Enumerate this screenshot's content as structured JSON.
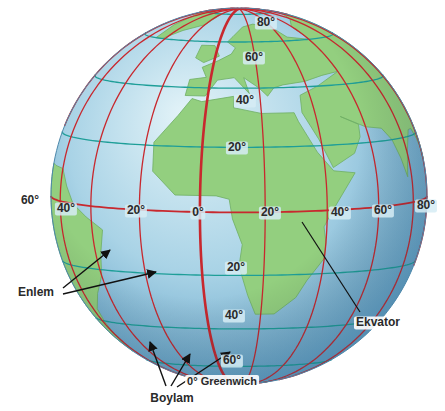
{
  "diagram": {
    "labels": [
      "80°",
      "60°",
      "40°",
      "20°",
      "60°",
      "40°",
      "20°",
      "0°",
      "20°",
      "40°",
      "60°",
      "80°",
      "20°",
      "40°",
      "60°",
      "0° Greenwich",
      "Ekvator",
      "Enlem",
      "Boylam"
    ]
  }
}
